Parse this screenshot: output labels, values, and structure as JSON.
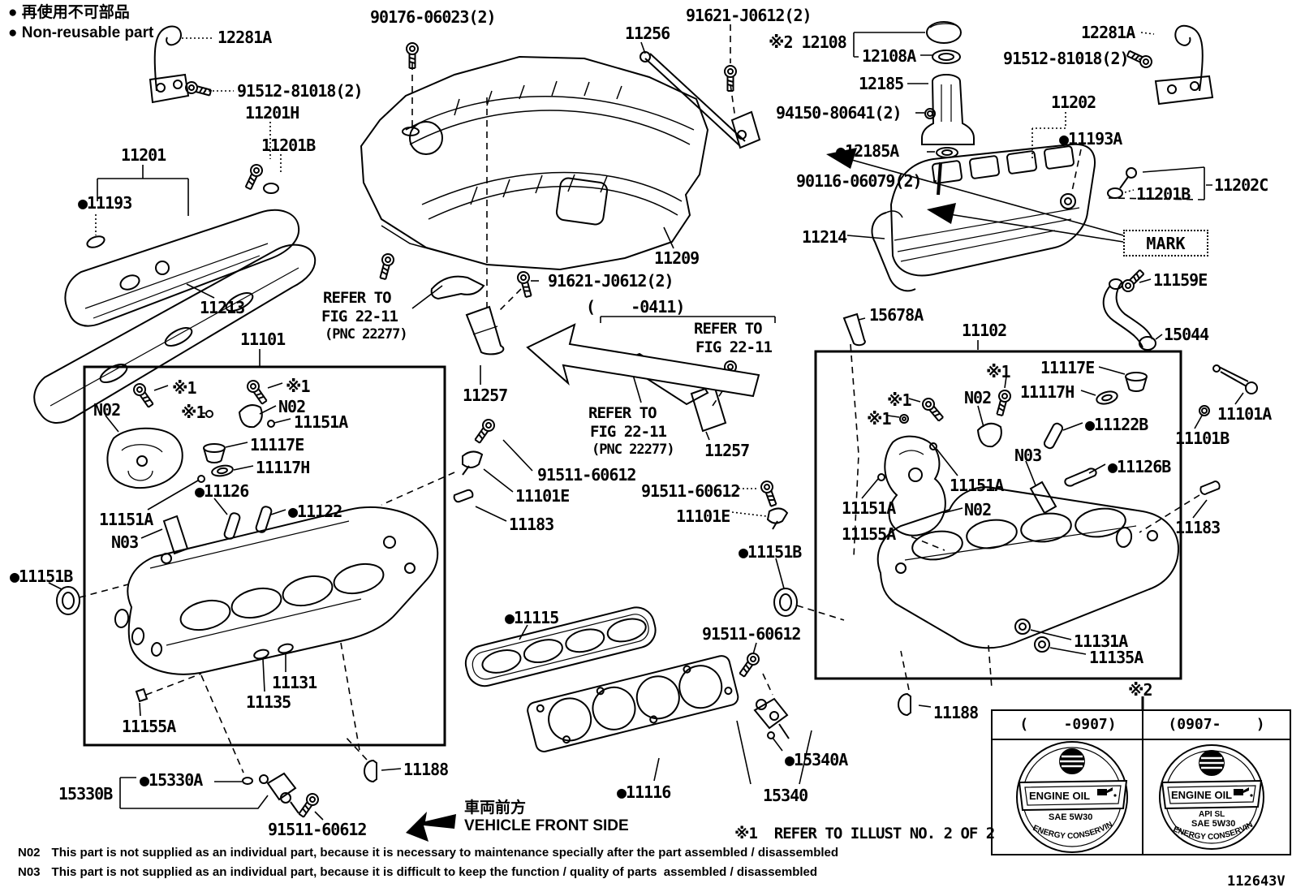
{
  "legend": {
    "jp": "● 再使用不可部品",
    "en": "● Non-reusable part"
  },
  "labels": {
    "tl_12281a": "12281A",
    "tl_91512": "91512-81018(2)",
    "tl_11201h": "11201H",
    "tl_11201b": "11201B",
    "tl_11201": "11201",
    "tl_11193": "●11193",
    "tl_11213": "11213",
    "tl_11101": "11101",
    "tc_90176": "90176-06023(2)",
    "tc_11256": "11256",
    "tc_91621": "91621-J0612(2)",
    "tc_12108": "※2 12108",
    "tc_12108a": "12108A",
    "tc_12185": "12185",
    "tc_94150": "94150-80641(2)",
    "tc_12185a": "●12185A",
    "tc_90116": "90116-06079(2)",
    "tc_11209": "11209",
    "tc_91621b": "91621-J0612(2)",
    "tc_0411": "(    -0411)",
    "tc_11257a": "11257",
    "tc_11257b": "11257",
    "tr_12281a": "12281A",
    "tr_91512": "91512-81018(2)",
    "tr_11202": "11202",
    "tr_11193a": "●11193A",
    "tr_11201b": "11201B",
    "tr_11202c": "11202C",
    "tr_mark": "MARK",
    "tr_11214": "11214",
    "tr_11159e": "11159E",
    "tr_15678a": "15678A",
    "tr_15044": "15044",
    "tr_11102": "11102",
    "lb_x1a": "※1",
    "lb_x1b": "※1",
    "lb_x1c": "※1",
    "lb_n02a": "N02",
    "lb_n02b": "N02",
    "lb_n03": "N03",
    "lb_11151a_r": "11151A",
    "lb_11117e": "11117E",
    "lb_11117h": "11117H",
    "lb_11126": "●11126",
    "lb_11122": "●11122",
    "lb_11151a_l": "11151A",
    "lb_11151b": "●11151B",
    "lb_11131": "11131",
    "lb_11135": "11135",
    "lb_11155a": "11155A",
    "c_91511a": "91511-60612",
    "c_11101ea": "11101E",
    "c_11183a": "11183",
    "c_11115": "●11115",
    "c_15330a": "●15330A",
    "c_15330b": "15330B",
    "c_91511b": "91511-60612",
    "c_11188l": "11188",
    "c_11116": "●11116",
    "c_front_jp": "車両前方",
    "c_front_en": "VEHICLE FRONT SIDE",
    "c_91511c": "91511-60612",
    "c_15340a": "●15340A",
    "c_15340": "15340",
    "c_11188r": "11188",
    "rb_91511": "91511-60612",
    "rb_11101e": "11101E",
    "rb_11151b": "●11151B",
    "rb_x1a": "※1",
    "rb_x1b": "※1",
    "rb_x1c": "※1",
    "rb_n02a": "N02",
    "rb_n02b": "N02",
    "rb_n03": "N03",
    "rb_11117e": "11117E",
    "rb_11117h": "11117H",
    "rb_11122b": "●11122B",
    "rb_11126b": "●11126B",
    "rb_11151a_c": "11151A",
    "rb_11151a_l": "11151A",
    "rb_11155a": "11155A",
    "rb_11131a": "11131A",
    "rb_11135a": "11135A",
    "fr_11101a": "11101A",
    "fr_11101b": "11101B",
    "fr_11183": "11183",
    "bt_x2": "※2",
    "bt_refer": "※1  REFER TO ILLUST NO. 2 OF 2",
    "bt_code": "112643V"
  },
  "refer_blocks": {
    "r1": {
      "l1": "REFER TO",
      "l2": "FIG 22-11",
      "l3": "(PNC 22277)"
    },
    "r2": {
      "l1": "REFER TO",
      "l2": "FIG 22-11"
    },
    "r3": {
      "l1": "REFER TO",
      "l2": "FIG 22-11",
      "l3": "(PNC 22277)"
    }
  },
  "oil_table": {
    "header_left": "(    -0907)",
    "header_right": "(0907-    )",
    "cap_left": {
      "banner": "ENGINE OIL",
      "line1": "SAE 5W30",
      "arc": "ENERGY CONSERVING"
    },
    "cap_right": {
      "banner": "ENGINE OIL",
      "line1": "API SL",
      "line2": "SAE 5W30",
      "arc": "ENERGY CONSERVING"
    }
  },
  "notes": {
    "n02_label": "N02",
    "n02_text": "This part is not supplied as an individual part, because it is necessary to maintenance specially after the part assembled / disassembled",
    "n03_label": "N03",
    "n03_text": "This part is not supplied as an individual part, because it is difficult to keep the function / quality of parts  assembled / disassembled"
  }
}
